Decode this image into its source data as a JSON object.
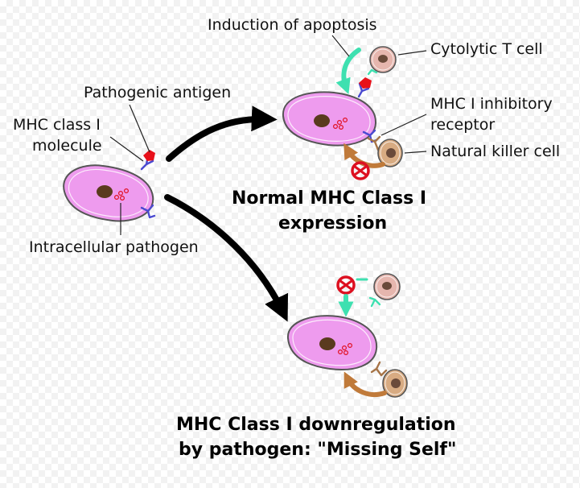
{
  "labels": {
    "induction_of_apoptosis": "Induction of apoptosis",
    "cytolytic_t_cell": "Cytolytic T cell",
    "pathogenic_antigen": "Pathogenic antigen",
    "mhc_class_i_molecule_line1": "MHC class I",
    "mhc_class_i_molecule_line2": "molecule",
    "mhc_i_inhibitory_receptor_line1": "MHC I inhibitory",
    "mhc_i_inhibitory_receptor_line2": "receptor",
    "natural_killer_cell": "Natural killer cell",
    "intracellular_pathogen": "Intracellular pathogen"
  },
  "headings": {
    "normal_line1": "Normal MHC Class I",
    "normal_line2": "expression",
    "downregulation_line1": "MHC Class I downregulation",
    "downregulation_line2": "by pathogen: \"Missing Self\""
  },
  "colors": {
    "cell_fill": "#ee9bee",
    "cell_outline": "#555555",
    "nucleus": "#5a3a1e",
    "antigen": "#e8101a",
    "mhc_molecule": "#4a4ad0",
    "t_cell_arrow": "#3ee0b0",
    "nk_arrow": "#c07a3a",
    "nk_receptor": "#a67447",
    "inhibit_sign": "#dd1020",
    "t_cell_fill": "#e6b6ae",
    "nk_cell_fill": "#d8ab82",
    "arrow_main": "#000000"
  }
}
